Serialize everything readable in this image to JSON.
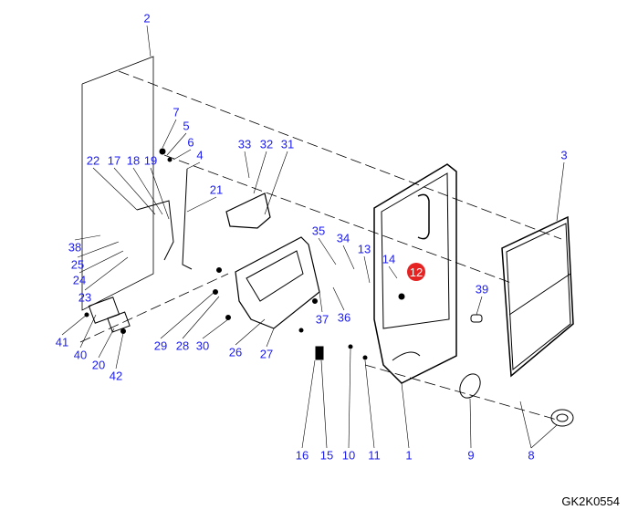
{
  "diagram": {
    "labels": [
      "2",
      "7",
      "5",
      "6",
      "4",
      "33",
      "32",
      "31",
      "22",
      "17",
      "18",
      "19",
      "21",
      "3",
      "35",
      "34",
      "13",
      "14",
      "39",
      "38",
      "25",
      "24",
      "23",
      "37",
      "36",
      "41",
      "40",
      "20",
      "42",
      "29",
      "28",
      "30",
      "26",
      "27",
      "16",
      "15",
      "10",
      "11",
      "1",
      "9",
      "8"
    ],
    "highlighted_label": "12",
    "drawing_code": "GK2K0554",
    "colors": {
      "label": "#1c1cf0",
      "highlight": "#e52323",
      "lines": "#000000"
    }
  }
}
